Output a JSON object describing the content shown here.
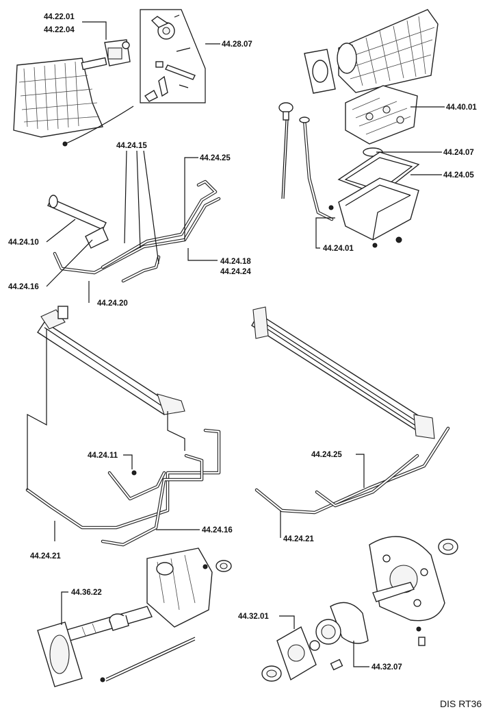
{
  "diagram": {
    "reference": "DIS RT36",
    "labels": {
      "l_442201": "44.22.01",
      "l_442204": "44.22.04",
      "l_442807": "44.28.07",
      "l_444001": "44.40.01",
      "l_442407": "44.24.07",
      "l_442405": "44.24.05",
      "l_442401": "44.24.01",
      "l_442415": "44.24.15",
      "l_442425a": "44.24.25",
      "l_442410": "44.24.10",
      "l_442416a": "44.24.16",
      "l_442420": "44.24.20",
      "l_442418": "44.24.18",
      "l_442424": "44.24.24",
      "l_442411": "44.24.11",
      "l_442416b": "44.24.16",
      "l_442421a": "44.24.21",
      "l_442425b": "44.24.25",
      "l_442421b": "44.24.21",
      "l_443622": "44.36.22",
      "l_443201": "44.32.01",
      "l_443207": "44.32.07"
    }
  }
}
